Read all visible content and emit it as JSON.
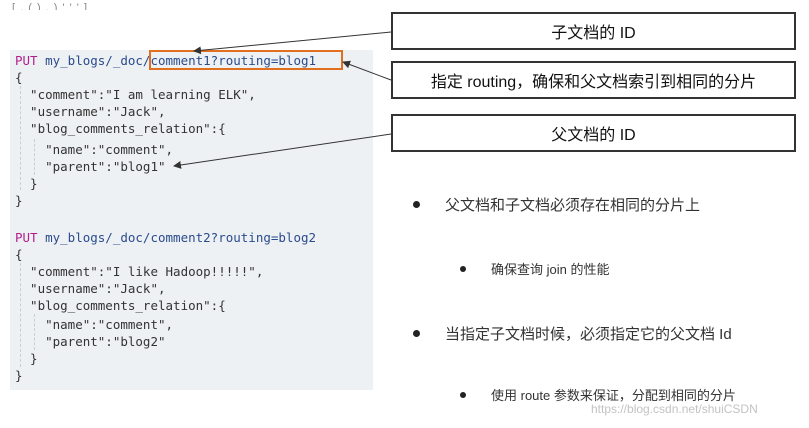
{
  "top_fragment": "[ , ( ) , ) ' ' ' ]",
  "code_block_1": {
    "method": "PUT",
    "path": " my_blogs/_doc/",
    "highlight": "comment1?routing=blog1",
    "lines": [
      "{",
      "  \"comment\":\"I am learning ELK\",",
      "  \"username\":\"Jack\",",
      "  \"blog_comments_relation\":{",
      "    \"name\":\"comment\",",
      "    \"parent\":\"blog1\"",
      "  }",
      "}"
    ]
  },
  "code_block_2": {
    "method": "PUT",
    "path": " my_blogs/_doc/comment2?routing=blog2",
    "lines": [
      "{",
      "  \"comment\":\"I like Hadoop!!!!!\",",
      "  \"username\":\"Jack\",",
      "  \"blog_comments_relation\":{",
      "    \"name\":\"comment\",",
      "    \"parent\":\"blog2\"",
      "  }",
      "}"
    ]
  },
  "callouts": {
    "child_id": "子文档的 ID",
    "routing": "指定 routing，确保和父文档索引到相同的分片",
    "parent_id": "父文档的 ID"
  },
  "bullets": [
    "父文档和子文档必须存在相同的分片上",
    "确保查询 join 的性能",
    "当指定子文档时候，必须指定它的父文档 Id",
    "使用 route 参数来保证，分配到相同的分片"
  ],
  "watermark": "https://blog.csdn.net/shuiCSDN"
}
